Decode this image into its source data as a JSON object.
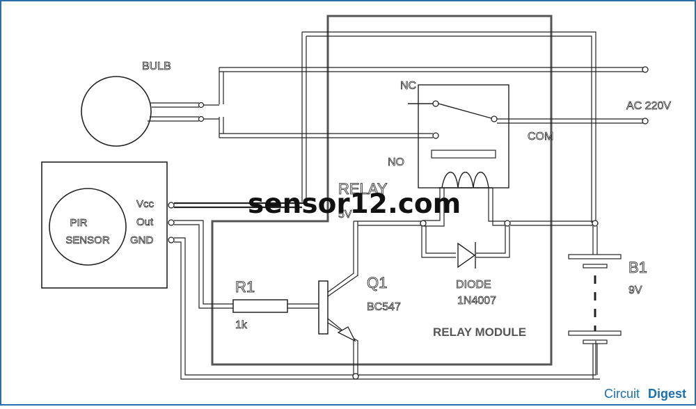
{
  "components": {
    "bulb": "BULB",
    "ac_supply": "AC 220V",
    "relay_nc": "NC",
    "relay_no": "NO",
    "relay_com": "COM",
    "relay_name": "RELAY",
    "relay_voltage": "5V",
    "pir_sensor_line1": "PIR",
    "pir_sensor_line2": "SENSOR",
    "pir_vcc": "Vcc",
    "pir_out": "Out",
    "pir_gnd": "GND",
    "resistor_name": "R1",
    "resistor_value": "1k",
    "transistor_name": "Q1",
    "transistor_part": "BC547",
    "diode_name": "DIODE",
    "diode_part": "1N4007",
    "battery_name": "B1",
    "battery_value": "9V",
    "relay_module": "RELAY MODULE"
  },
  "watermark": "sensor12.com",
  "brand": {
    "logo_text_a": "Circuit",
    "logo_text_b": "Digest",
    "logo_color": "#1a6fb0"
  }
}
